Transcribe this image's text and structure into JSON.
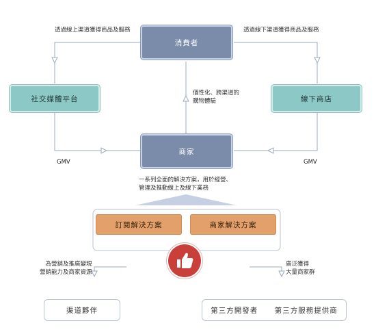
{
  "nodes": {
    "consumer": "消費者",
    "social": "社交媒體平台",
    "offline": "線下商店",
    "merchant": "商家",
    "subscription": "訂閱解決方案",
    "merchant_solution": "商家解決方案",
    "channel_partner": "渠道夥伴",
    "dev": "第三方開發者",
    "provider": "第三方服務提供商"
  },
  "labels": {
    "online_top": "透過線上渠道獲得商品及服務",
    "offline_top": "透過線下渠道獲得商品及服務",
    "experience_1": "個性化、跨渠道的",
    "experience_2": "購物體驗",
    "solutions_1": "一系列全面的解決方案，用於經營、",
    "solutions_2": "管理及推動線上及線下業務",
    "left_1": "為營銷及推廣變現",
    "left_2": "營銷能力及商家資源",
    "right_1": "廣泛獲得",
    "right_2": "大量商家群",
    "gmv_left": "GMV",
    "gmv_right": "GMV"
  },
  "colors": {
    "navy": "#7b8cab",
    "teal": "#8cc8c6",
    "orange": "#e4a06a",
    "line": "#9aa8bf",
    "thumb": "#c9403a"
  },
  "icons": {
    "thumbs_up": "thumbs-up-icon"
  }
}
